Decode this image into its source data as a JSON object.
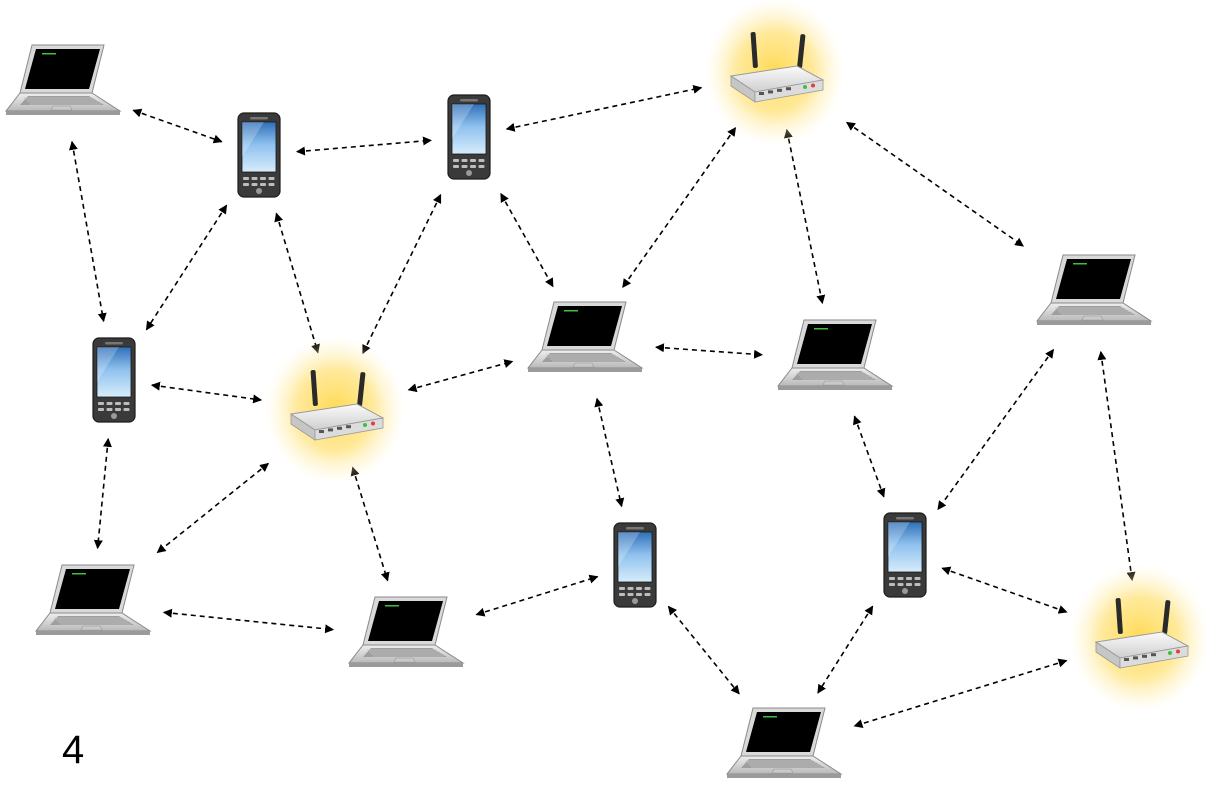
{
  "page_number": "4",
  "diagram": {
    "type": "network-diagram",
    "node_types": {
      "laptop": "laptop-icon",
      "phone": "smartphone-icon",
      "router": "wifi-router-icon"
    },
    "nodes": [
      {
        "id": "laptop-a",
        "kind": "laptop"
      },
      {
        "id": "phone-a",
        "kind": "phone"
      },
      {
        "id": "phone-b",
        "kind": "phone"
      },
      {
        "id": "router-a",
        "kind": "router"
      },
      {
        "id": "laptop-b",
        "kind": "laptop"
      },
      {
        "id": "phone-c",
        "kind": "phone"
      },
      {
        "id": "router-b",
        "kind": "router"
      },
      {
        "id": "laptop-c",
        "kind": "laptop"
      },
      {
        "id": "laptop-d",
        "kind": "laptop"
      },
      {
        "id": "laptop-e",
        "kind": "laptop"
      },
      {
        "id": "laptop-f",
        "kind": "laptop"
      },
      {
        "id": "phone-d",
        "kind": "phone"
      },
      {
        "id": "phone-e",
        "kind": "phone"
      },
      {
        "id": "router-c",
        "kind": "router"
      },
      {
        "id": "laptop-g",
        "kind": "laptop"
      }
    ],
    "links": [
      [
        "laptop-a",
        "phone-a"
      ],
      [
        "laptop-a",
        "phone-c"
      ],
      [
        "phone-a",
        "phone-b"
      ],
      [
        "phone-a",
        "phone-c"
      ],
      [
        "phone-a",
        "router-b"
      ],
      [
        "phone-b",
        "router-a"
      ],
      [
        "phone-b",
        "router-b"
      ],
      [
        "phone-b",
        "laptop-c"
      ],
      [
        "router-a",
        "laptop-c"
      ],
      [
        "router-a",
        "laptop-d"
      ],
      [
        "router-a",
        "laptop-b"
      ],
      [
        "phone-c",
        "router-b"
      ],
      [
        "phone-c",
        "laptop-e"
      ],
      [
        "router-b",
        "laptop-c"
      ],
      [
        "router-b",
        "laptop-e"
      ],
      [
        "router-b",
        "laptop-f"
      ],
      [
        "laptop-c",
        "laptop-d"
      ],
      [
        "laptop-c",
        "phone-d"
      ],
      [
        "laptop-d",
        "phone-e"
      ],
      [
        "laptop-b",
        "phone-e"
      ],
      [
        "laptop-b",
        "router-c"
      ],
      [
        "laptop-e",
        "laptop-f"
      ],
      [
        "laptop-f",
        "phone-d"
      ],
      [
        "phone-d",
        "laptop-g"
      ],
      [
        "phone-e",
        "router-c"
      ],
      [
        "phone-e",
        "laptop-g"
      ],
      [
        "router-c",
        "laptop-g"
      ]
    ]
  }
}
